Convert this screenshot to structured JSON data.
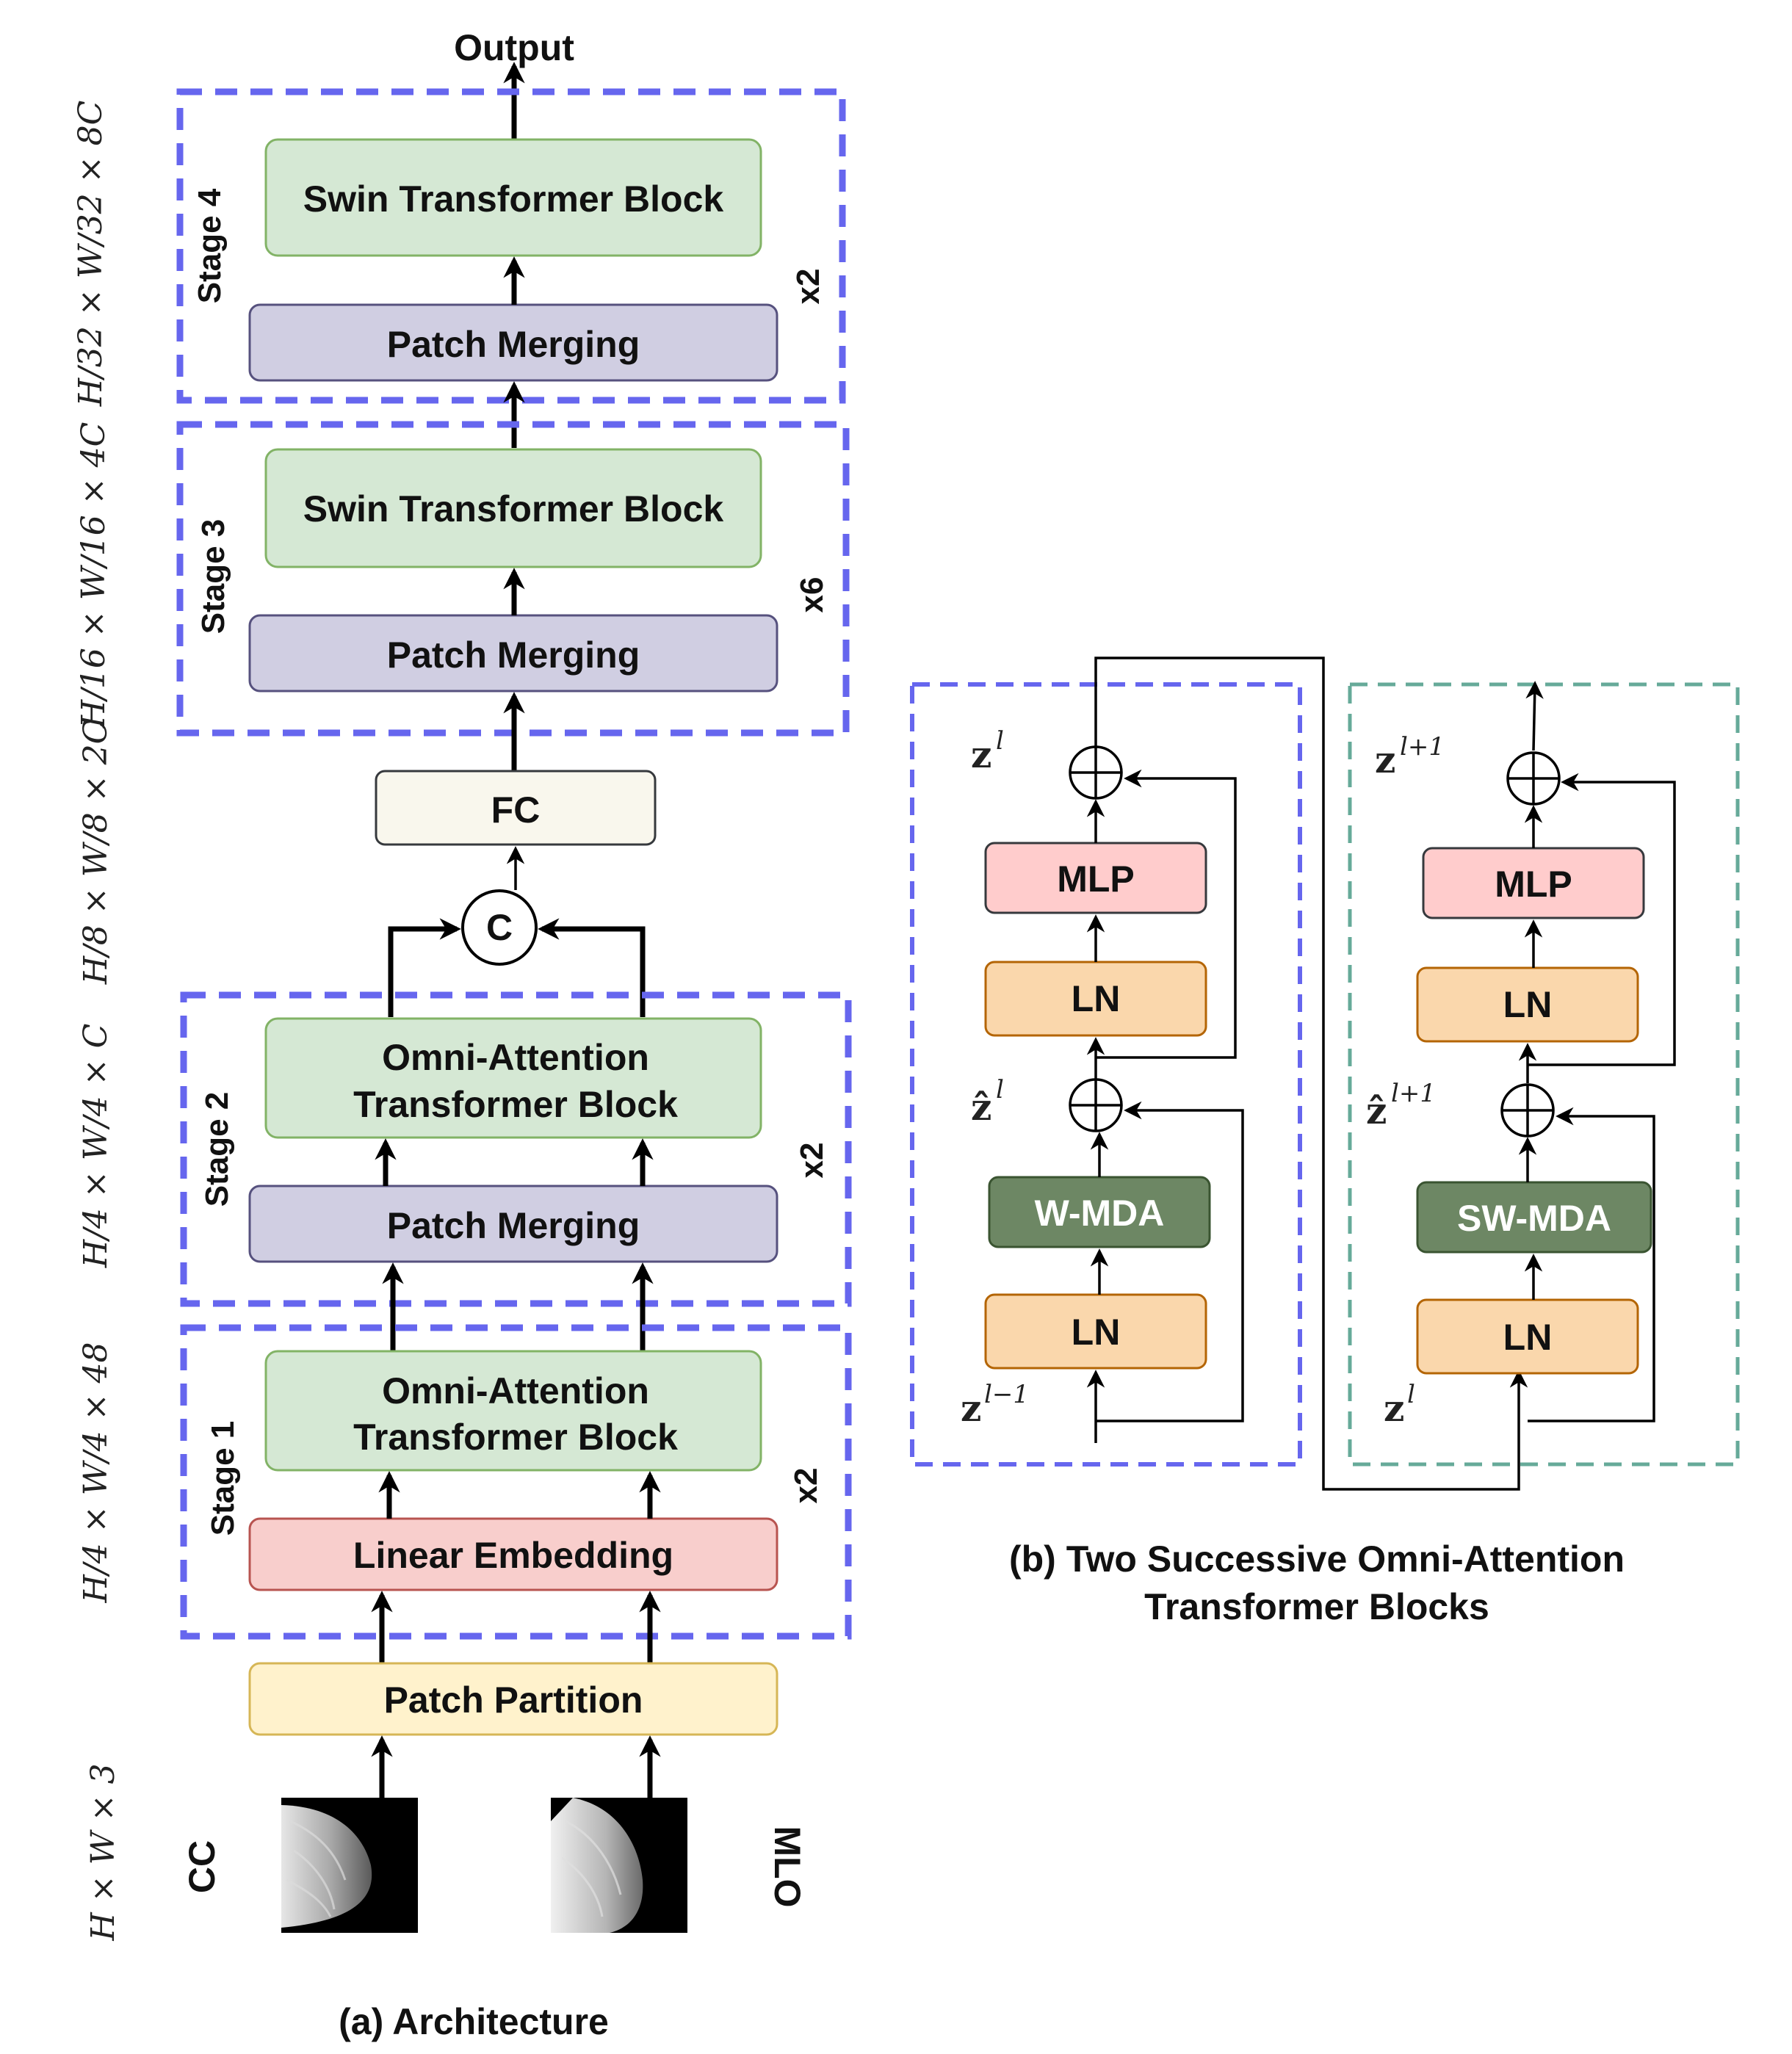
{
  "architecture": {
    "output_label": "Output",
    "stage4": {
      "stage_label": "Stage 4",
      "repeat": "x2",
      "block": "Swin Transformer Block",
      "merge": "Patch Merging",
      "dim": "H/32 × W/32 × 8C"
    },
    "stage3": {
      "stage_label": "Stage 3",
      "repeat": "x6",
      "block": "Swin Transformer Block",
      "merge": "Patch Merging",
      "dim": "H/16 × W/16 × 4C"
    },
    "fc_label": "FC",
    "fc_dim": "H/8 × W/8 × 2C",
    "concat_label": "C",
    "stage2": {
      "stage_label": "Stage 2",
      "repeat": "x2",
      "block_line1": "Omni-Attention",
      "block_line2": "Transformer Block",
      "merge": "Patch Merging",
      "dim": "H/4 × W/4 × C"
    },
    "stage1": {
      "stage_label": "Stage 1",
      "repeat": "x2",
      "block_line1": "Omni-Attention",
      "block_line2": "Transformer Block",
      "embed": "Linear Embedding",
      "dim": "H/4 × W/4 × 48"
    },
    "partition_label": "Patch Partition",
    "input_dim": "H × W × 3",
    "view_left": "CC",
    "view_right": "MLO",
    "caption": "(a)  Architecture"
  },
  "blocks_detail": {
    "left": {
      "mlp": "MLP",
      "ln_top": "LN",
      "attn": "W-MDA",
      "ln_bottom": "LN",
      "z_out": "z",
      "z_out_sup": "l",
      "z_hat": "ẑ",
      "z_hat_sup": "l",
      "z_in": "z",
      "z_in_sup": "l−1"
    },
    "right": {
      "mlp": "MLP",
      "ln_top": "LN",
      "attn": "SW-MDA",
      "ln_bottom": "LN",
      "z_out": "z",
      "z_out_sup": "l+1",
      "z_hat": "ẑ",
      "z_hat_sup": "l+1",
      "z_in": "z",
      "z_in_sup": "l"
    },
    "caption_line1": "(b)  Two Successive Omni-Attention",
    "caption_line2": "Transformer Blocks"
  },
  "colors": {
    "stage_border": "#6666ee",
    "right_border": "#66aa99",
    "swin_fill": "#d5e8d4",
    "swin_stroke": "#82b366",
    "merge_fill": "#d0cee2",
    "merge_stroke": "#56517e",
    "fc_fill": "#f9f7ed",
    "embed_fill": "#f8cecc",
    "embed_stroke": "#b85450",
    "partition_fill": "#fff2cc",
    "partition_stroke": "#d6b656",
    "ln_fill": "#fad7ac",
    "ln_stroke": "#b46504",
    "mlp_fill": "#ffcccc",
    "mda_fill": "#6d8764"
  }
}
